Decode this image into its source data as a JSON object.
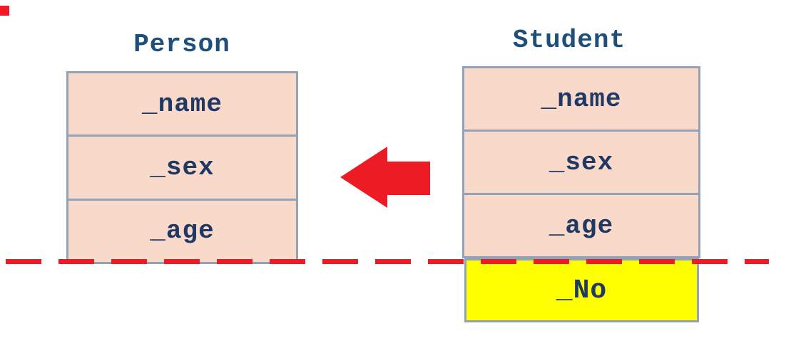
{
  "person": {
    "title": "Person",
    "fields": [
      "_name",
      "_sex",
      "_age"
    ]
  },
  "student": {
    "title": "Student",
    "fields": [
      "_name",
      "_sex",
      "_age"
    ],
    "sliced_field": "_No"
  },
  "icons": {
    "arrow": "left-block-arrow-icon",
    "slice_line": "red-dashed-slice-line",
    "corner_mark": "red-corner-mark"
  },
  "colors": {
    "accent_red": "#ed1c24",
    "cell_fill": "#f8d9ca",
    "cell_border": "#94a2b8",
    "sliced_fill": "#ffff00",
    "title_text": "#1f4e79",
    "field_text": "#1f3864"
  }
}
